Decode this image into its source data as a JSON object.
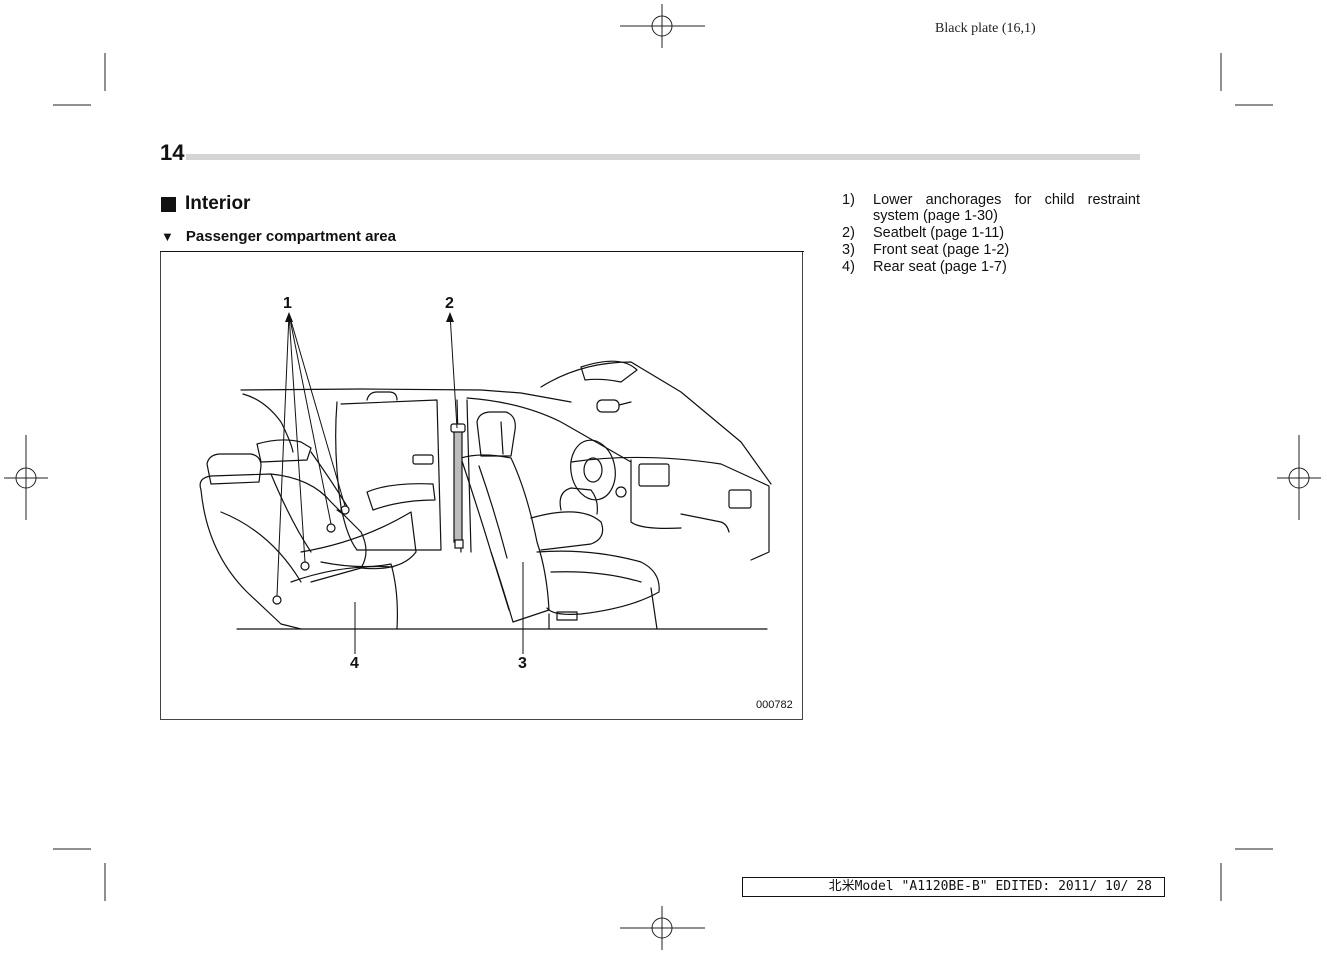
{
  "plate_label": "Black plate (16,1)",
  "page_number": "14",
  "section": {
    "title": "Interior"
  },
  "subsection": {
    "title": "Passenger compartment area"
  },
  "figure": {
    "callouts": [
      "1",
      "2",
      "3",
      "4"
    ],
    "code": "000782"
  },
  "legend": [
    {
      "num": "1)",
      "text": "Lower anchorages for child restraint system (page 1-30)"
    },
    {
      "num": "2)",
      "text": "Seatbelt (page 1-11)"
    },
    {
      "num": "3)",
      "text": "Front seat (page 1-2)"
    },
    {
      "num": "4)",
      "text": "Rear seat (page 1-7)"
    }
  ],
  "footer": "北米Model \"A1120BE-B\" EDITED: 2011/ 10/ 28"
}
